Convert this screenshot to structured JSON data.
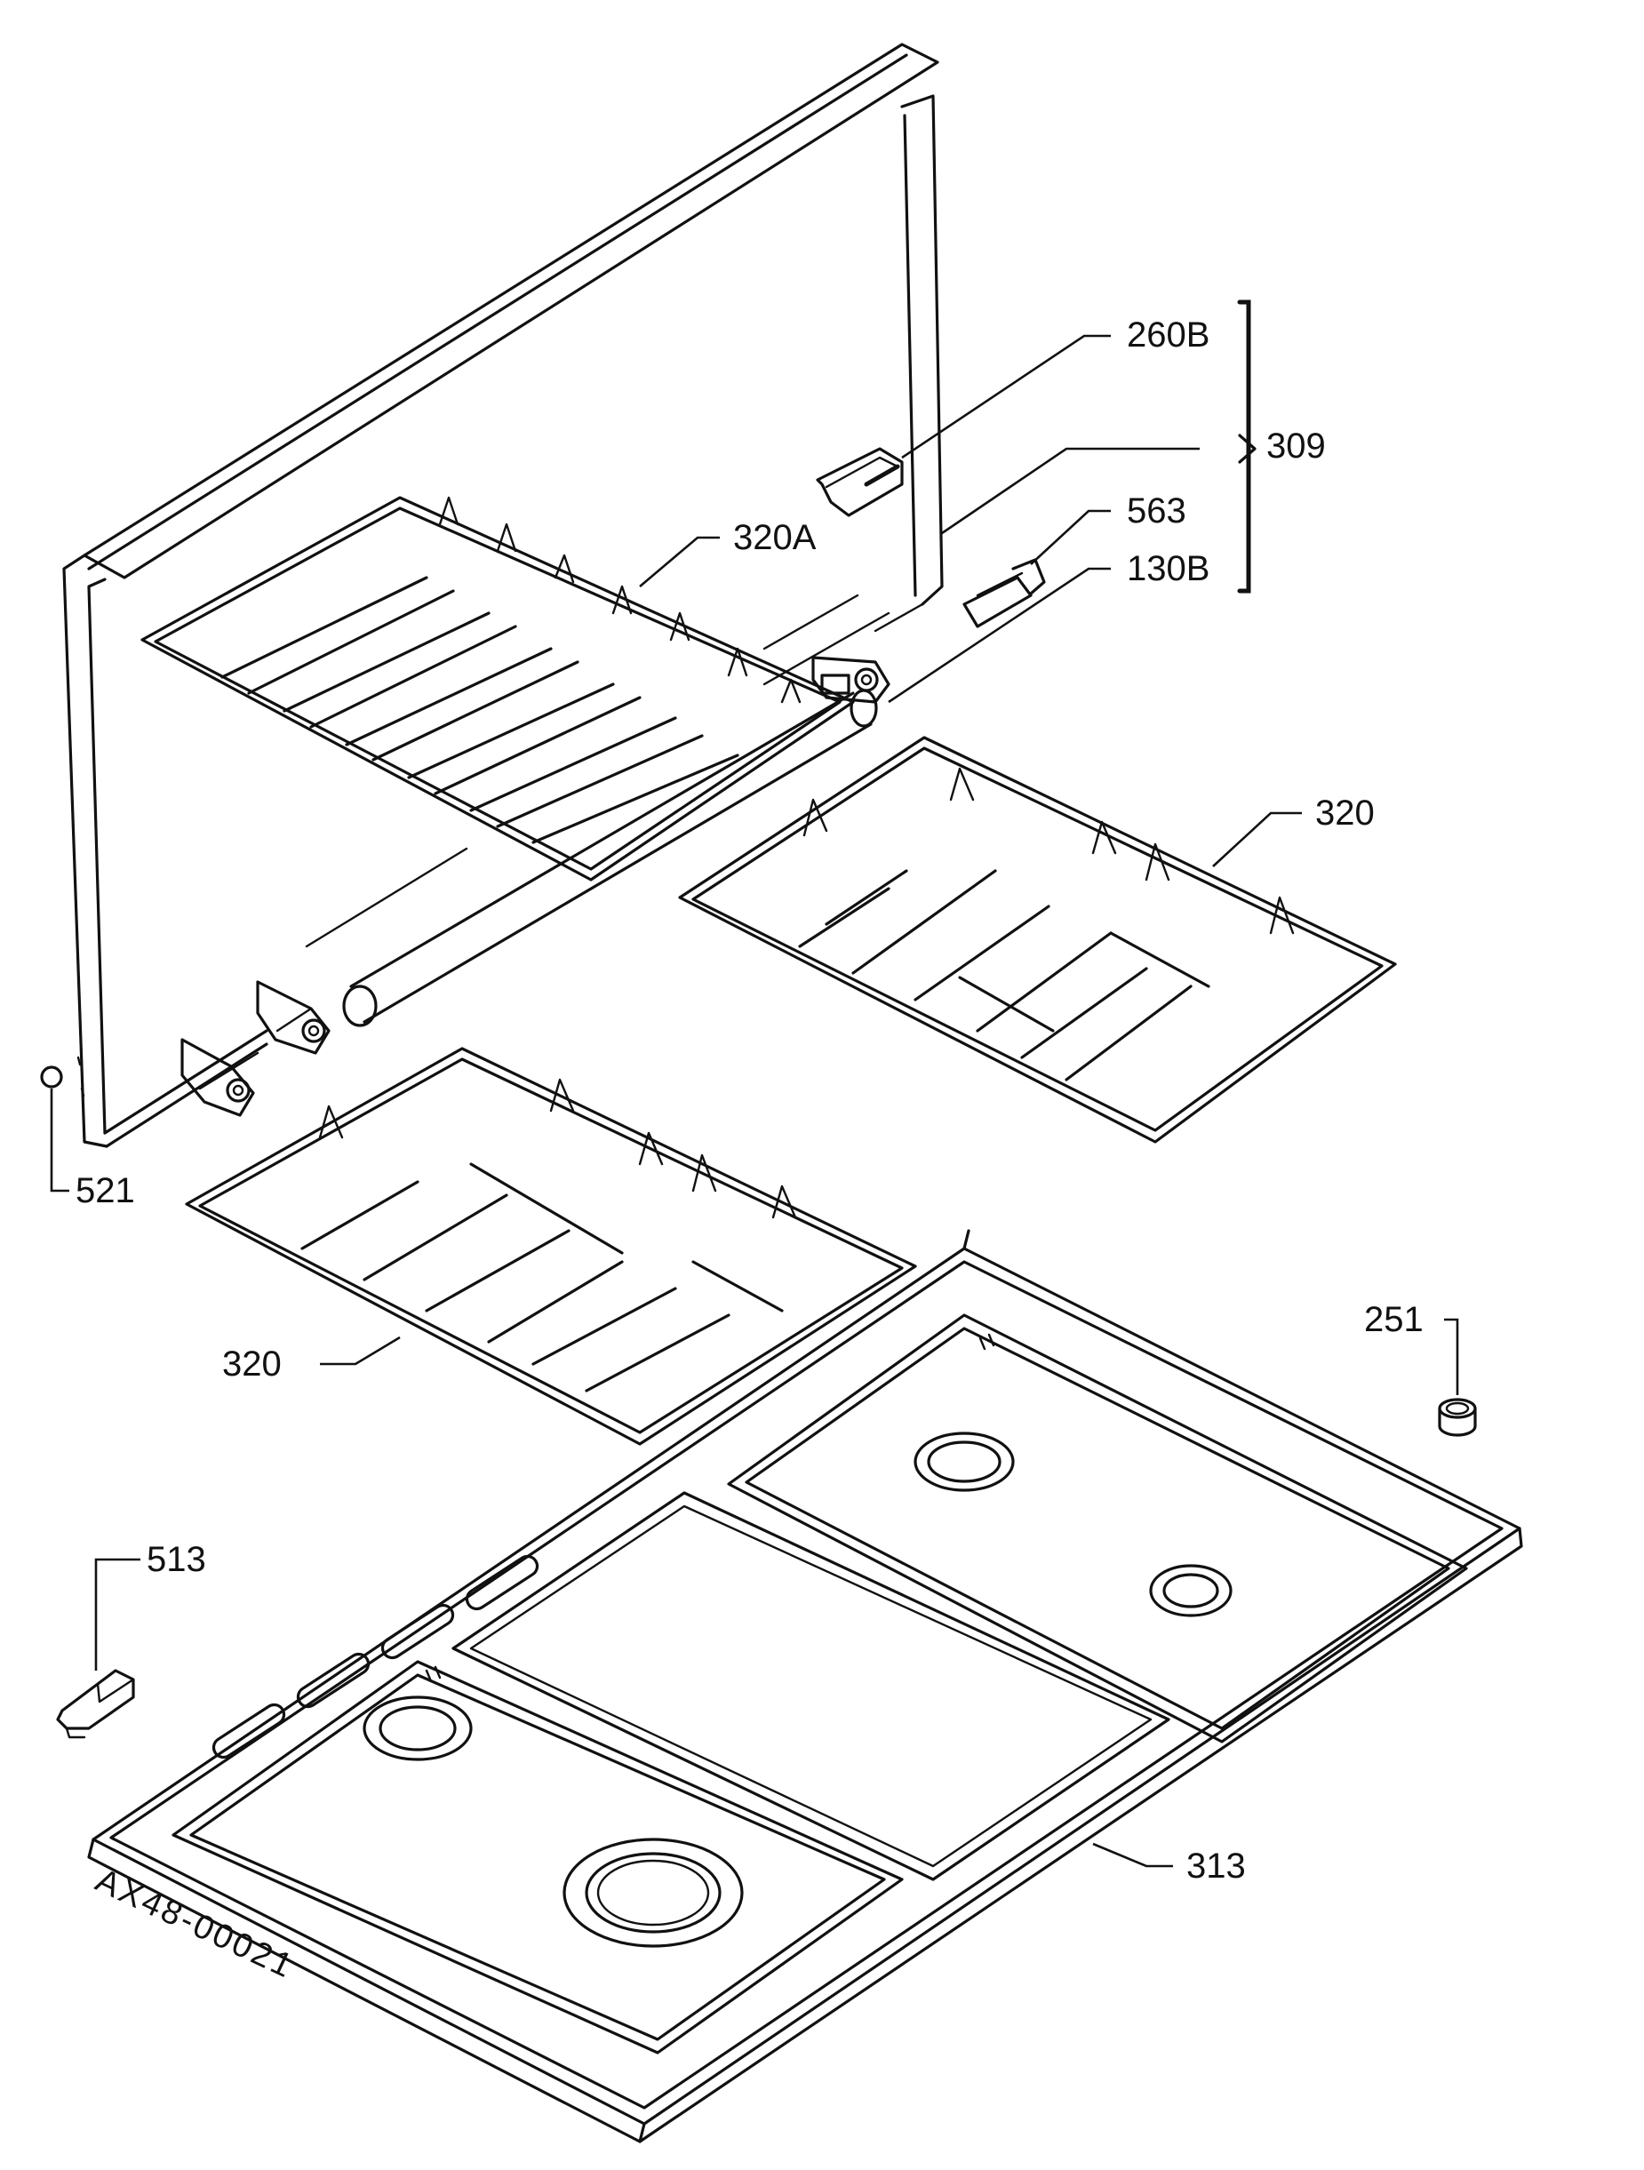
{
  "diagram": {
    "callouts": [
      {
        "id": "260B",
        "text": "260B"
      },
      {
        "id": "309",
        "text": "309"
      },
      {
        "id": "563",
        "text": "563"
      },
      {
        "id": "130B",
        "text": "130B"
      },
      {
        "id": "320A",
        "text": "320A"
      },
      {
        "id": "320-right",
        "text": "320"
      },
      {
        "id": "320-left",
        "text": "320"
      },
      {
        "id": "521",
        "text": "521"
      },
      {
        "id": "251",
        "text": "251"
      },
      {
        "id": "513",
        "text": "513"
      },
      {
        "id": "313",
        "text": "313"
      }
    ],
    "drawing_code": "AX48-00021"
  }
}
